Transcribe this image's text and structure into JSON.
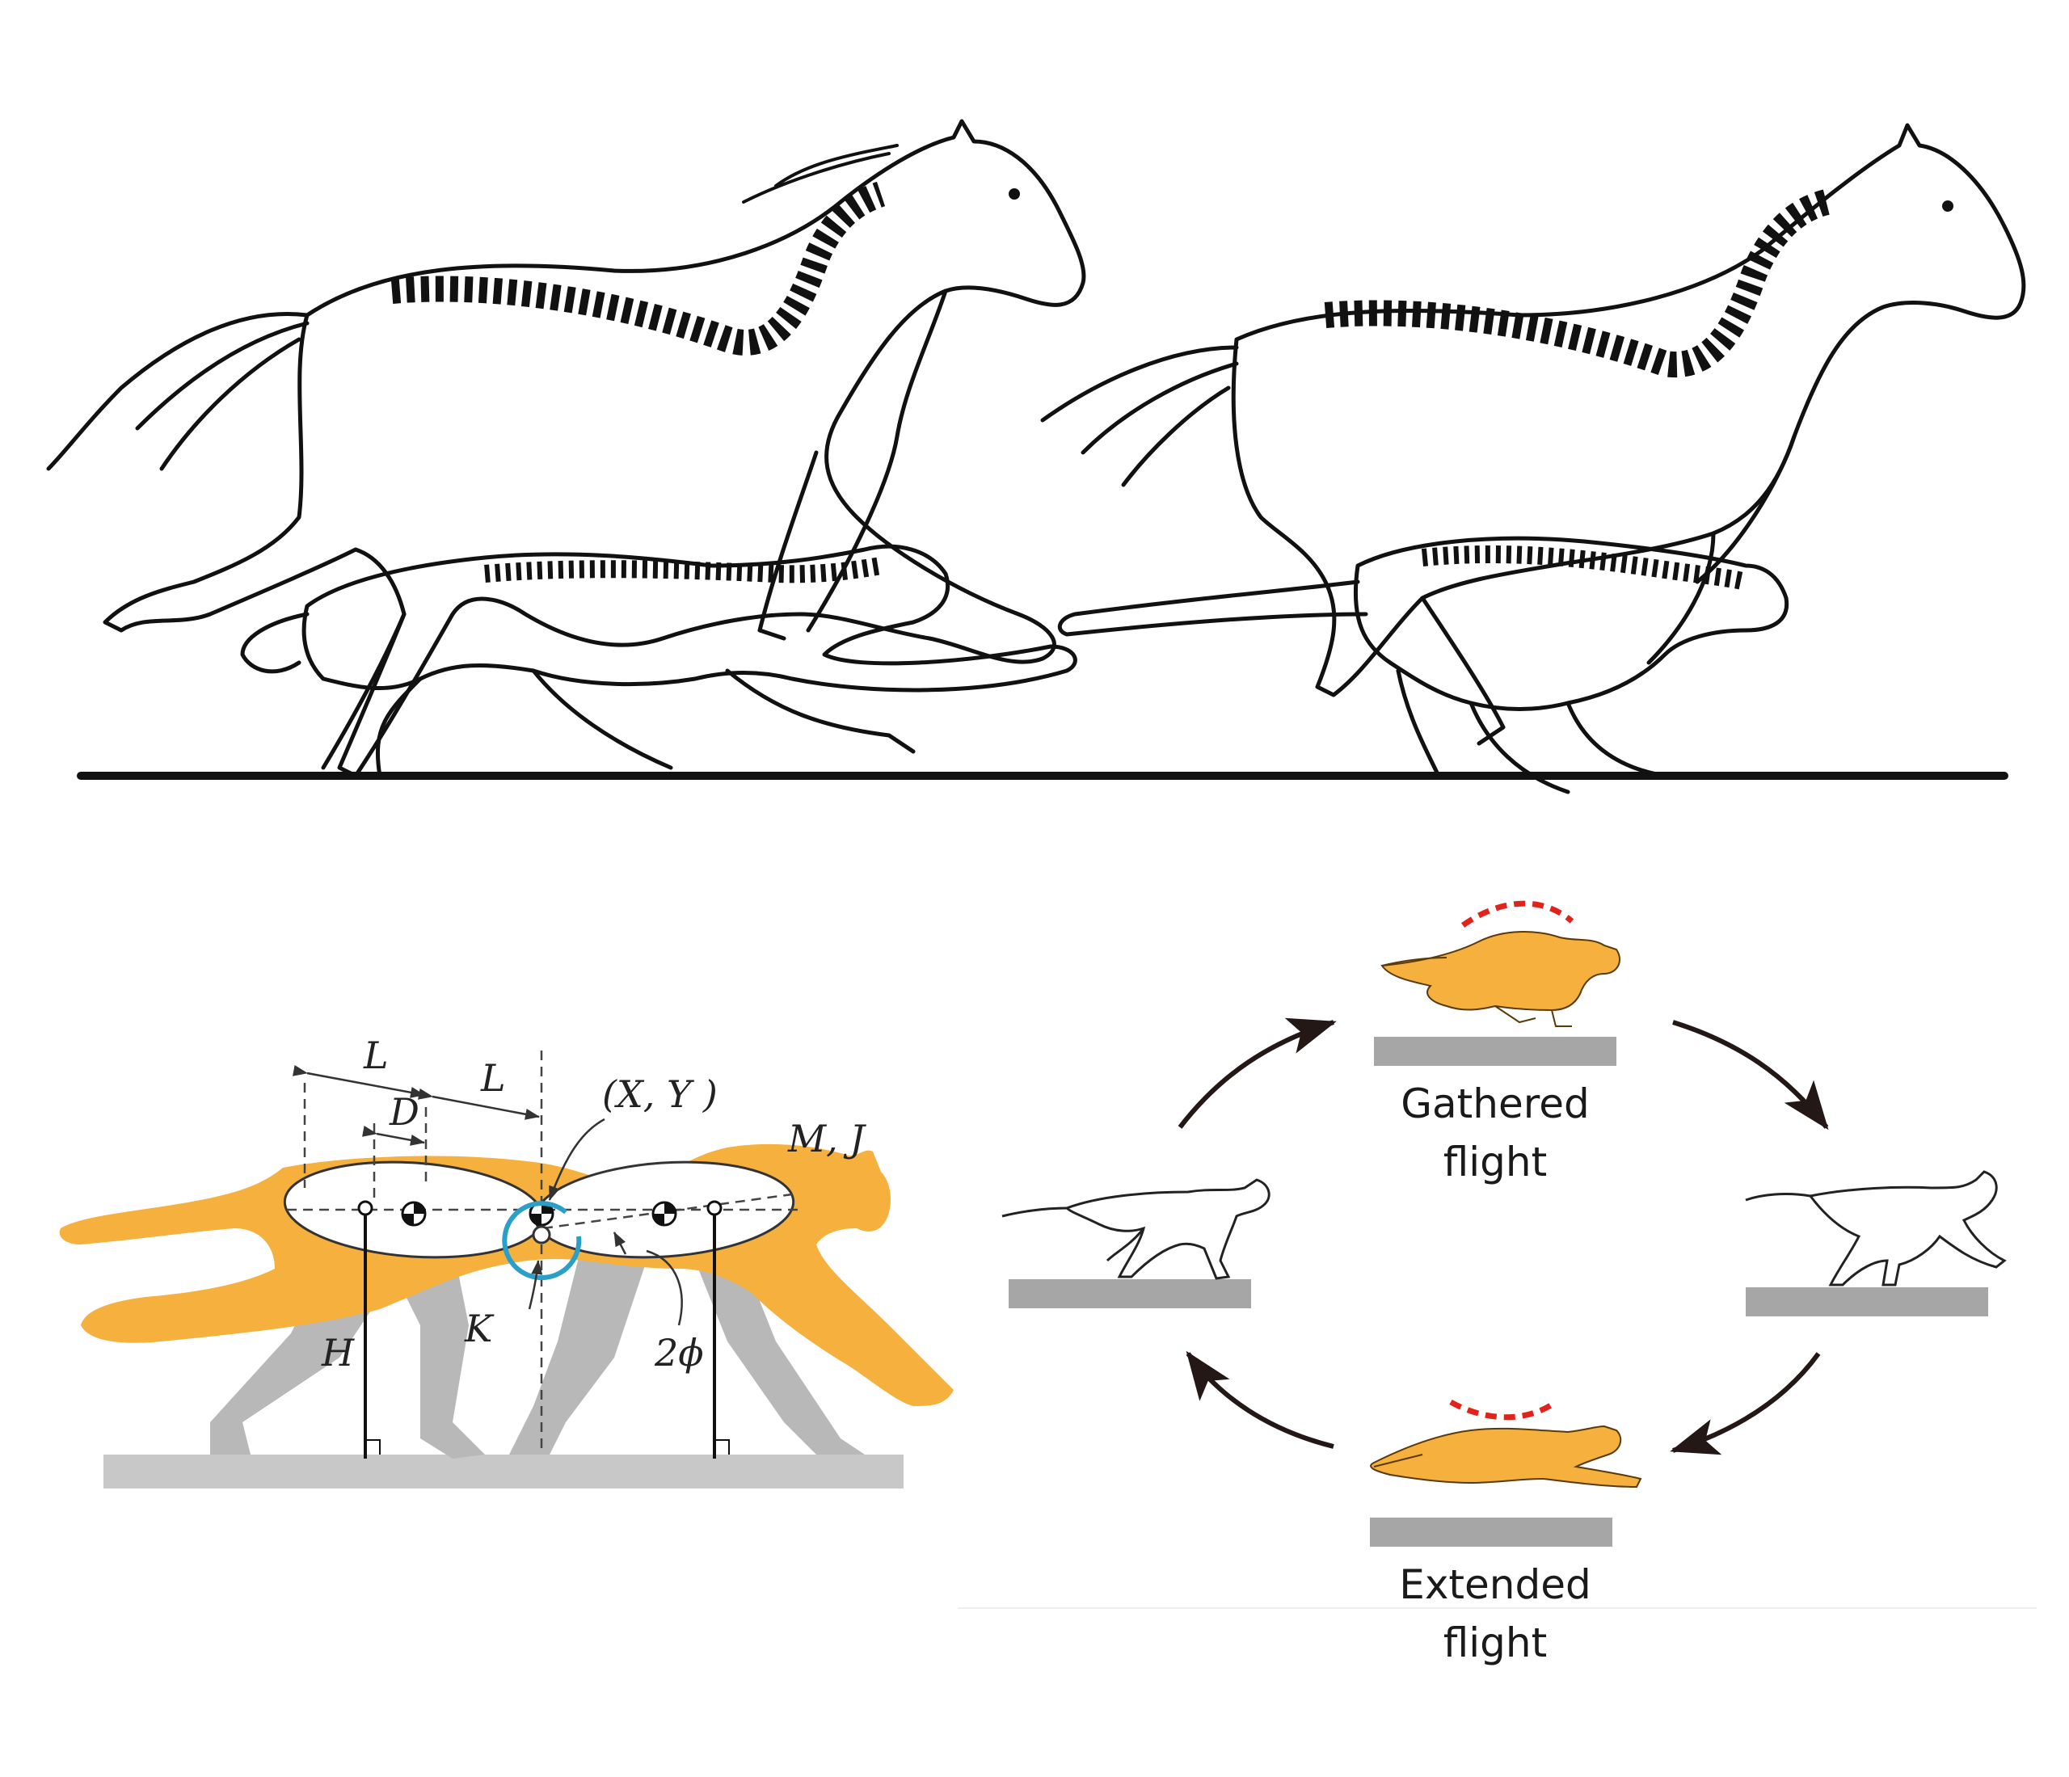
{
  "top_panel": {
    "figures": [
      "horse-gallop-left",
      "cheetah-gallop-left",
      "horse-gallop-right",
      "cheetah-gallop-right"
    ]
  },
  "model_panel": {
    "labels": {
      "L1": "L",
      "L2": "L",
      "D": "D",
      "XY": "(X, Y )",
      "MJ": "M, J",
      "H": "H",
      "K": "K",
      "phi": "2ϕ"
    },
    "colors": {
      "body": "#f5b03e",
      "legs": "#b8b8b8",
      "spring": "#2aa0c8",
      "ground": "#c8c8c8"
    }
  },
  "cycle_panel": {
    "gathered_line1": "Gathered",
    "gathered_line2": "flight",
    "extended_line1": "Extended",
    "extended_line2": "flight",
    "colors": {
      "cheetah": "#f5b03e",
      "ground": "#a6a6a6",
      "arrow": "#231815",
      "arc": "#e0241b"
    }
  }
}
